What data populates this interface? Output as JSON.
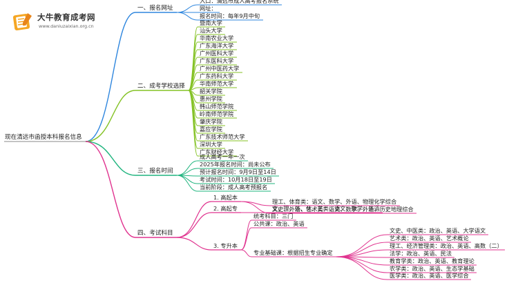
{
  "site": {
    "name": "大牛教育成考网",
    "url": "www.daniuzaixian.org.cn"
  },
  "colors": {
    "b1": "#2E86DE",
    "b2": "#84C225",
    "b3": "#1FB47E",
    "b4": "#E0338F",
    "accent_logo": "#F5A623"
  },
  "icons": {
    "logo": "book-pencil-icon"
  },
  "mindmap": {
    "root": "现在清远市函授本科报名信息",
    "branches": [
      {
        "label": "一、报名网址",
        "children": [
          {
            "label": "入口：清远市成人高考报名系统"
          },
          {
            "label": "网址："
          },
          {
            "label": "报名时间：每年9月中旬"
          }
        ]
      },
      {
        "label": "二、成考学校选择",
        "children": [
          {
            "label": "暨南大学"
          },
          {
            "label": "汕头大学"
          },
          {
            "label": "华南农业大学"
          },
          {
            "label": "广东海洋大学"
          },
          {
            "label": "广州医科大学"
          },
          {
            "label": "广东医科大学"
          },
          {
            "label": "广州中医药大学"
          },
          {
            "label": "广东药科大学"
          },
          {
            "label": "华南师范大学"
          },
          {
            "label": "韶关学院"
          },
          {
            "label": "惠州学院"
          },
          {
            "label": "韩山师范学院"
          },
          {
            "label": "岭南师范学院"
          },
          {
            "label": "肇庆学院"
          },
          {
            "label": "嘉应学院"
          },
          {
            "label": "广东技术师范大学"
          },
          {
            "label": "深圳大学"
          },
          {
            "label": "广东财经大学"
          }
        ]
      },
      {
        "label": "三、报名时间",
        "children": [
          {
            "label": "成人高考一年一次"
          },
          {
            "label": "2025年报名时间：尚未公布"
          },
          {
            "label": "预计报名时间：9月9日至14日"
          },
          {
            "label": "考试时间：10月18日至19日"
          },
          {
            "label": "当前阶段：成人高考预报名"
          }
        ]
      },
      {
        "label": "四、考试科目",
        "children": [
          {
            "label": "1. 高起本",
            "children": [
              {
                "label": "理工、体育类：语文、数学、外语、物理化学综合"
              },
              {
                "label": "文史、外语、艺术类：语文、数学、外语、历史地理综合"
              }
            ]
          },
          {
            "label": "2. 高起专",
            "children": [
              {
                "label": "文、理、外、体、艺类：语文、数学、外语"
              }
            ]
          },
          {
            "label": "3. 专升本",
            "children": [
              {
                "label": "统考科目：三门"
              },
              {
                "label": "公共课：政治、英语"
              },
              {
                "label": "专业基础课：根据招生专业确定",
                "children": [
                  {
                    "label": "文史、中医类：政治、英语、大学语文"
                  },
                  {
                    "label": "艺术类：政治、英语、艺术概论"
                  },
                  {
                    "label": "理工、经济管理类：政治、英语、高数（二）"
                  },
                  {
                    "label": "法学：政治、英语、民法"
                  },
                  {
                    "label": "教育学类：政治、英语、教育理论"
                  },
                  {
                    "label": "农学类：政治、英语、生态学基础"
                  },
                  {
                    "label": "医学类：政治、英语、医学综合"
                  }
                ]
              }
            ]
          }
        ]
      }
    ]
  }
}
